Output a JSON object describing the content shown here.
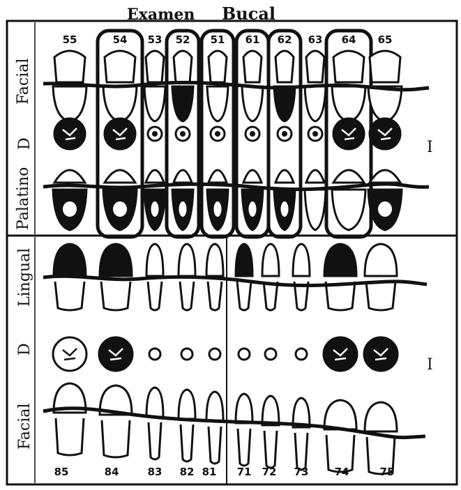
{
  "title_left": "Examen",
  "title_right": "Bucal",
  "upper": {
    "teeth_numbers": [
      "55",
      "54",
      "53",
      "52",
      "51",
      "61",
      "62",
      "63",
      "64",
      "65"
    ],
    "row_labels": {
      "facial": "Facial",
      "occlusal": "D",
      "palatal": "Palatino"
    },
    "side_left": "D",
    "side_right": "I",
    "circled": [
      "54",
      "52",
      "51",
      "61",
      "62",
      "64"
    ],
    "decay_facial": [
      "52",
      "62"
    ],
    "decay_palatal": [
      "55",
      "54",
      "53",
      "52",
      "51",
      "61",
      "62",
      "65"
    ]
  },
  "lower": {
    "teeth_numbers_left": [
      "85",
      "84",
      "83",
      "82",
      "81"
    ],
    "teeth_numbers_right": [
      "71",
      "72",
      "73",
      "74",
      "75"
    ],
    "row_labels": {
      "lingual": "Lingual",
      "occlusal": "D",
      "facial": "Facial"
    },
    "side_left": "D",
    "side_right": "I",
    "decay_lingual": [
      "85",
      "84",
      "71",
      "74"
    ],
    "decay_occlusal": [
      "84",
      "74",
      "75"
    ]
  },
  "colors": {
    "ink": "#111111",
    "paper": "#ffffff"
  }
}
